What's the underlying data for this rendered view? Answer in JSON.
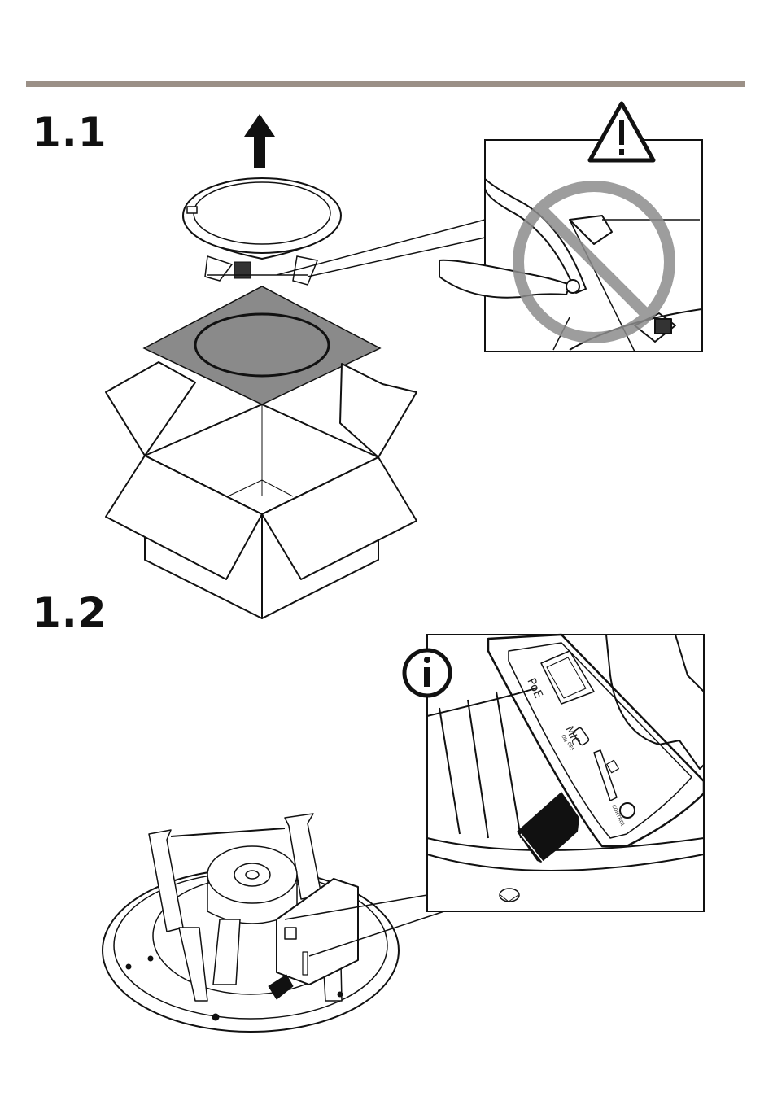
{
  "steps": {
    "step1": "1.1",
    "step2": "1.2"
  },
  "labels": {
    "poe": "PoE",
    "mic": "MIC",
    "mic_on": "ON",
    "mic_off": "OFF",
    "control": "CONTROL"
  },
  "icons": {
    "warning": "warning-triangle-icon",
    "info": "info-circle-icon",
    "arrow": "arrow-up-icon",
    "prohibited": "prohibited-icon"
  },
  "colors": {
    "rule": "#9b9087",
    "panel_fill": "#8a8a8a",
    "prohibit": "#8c8c8c"
  }
}
